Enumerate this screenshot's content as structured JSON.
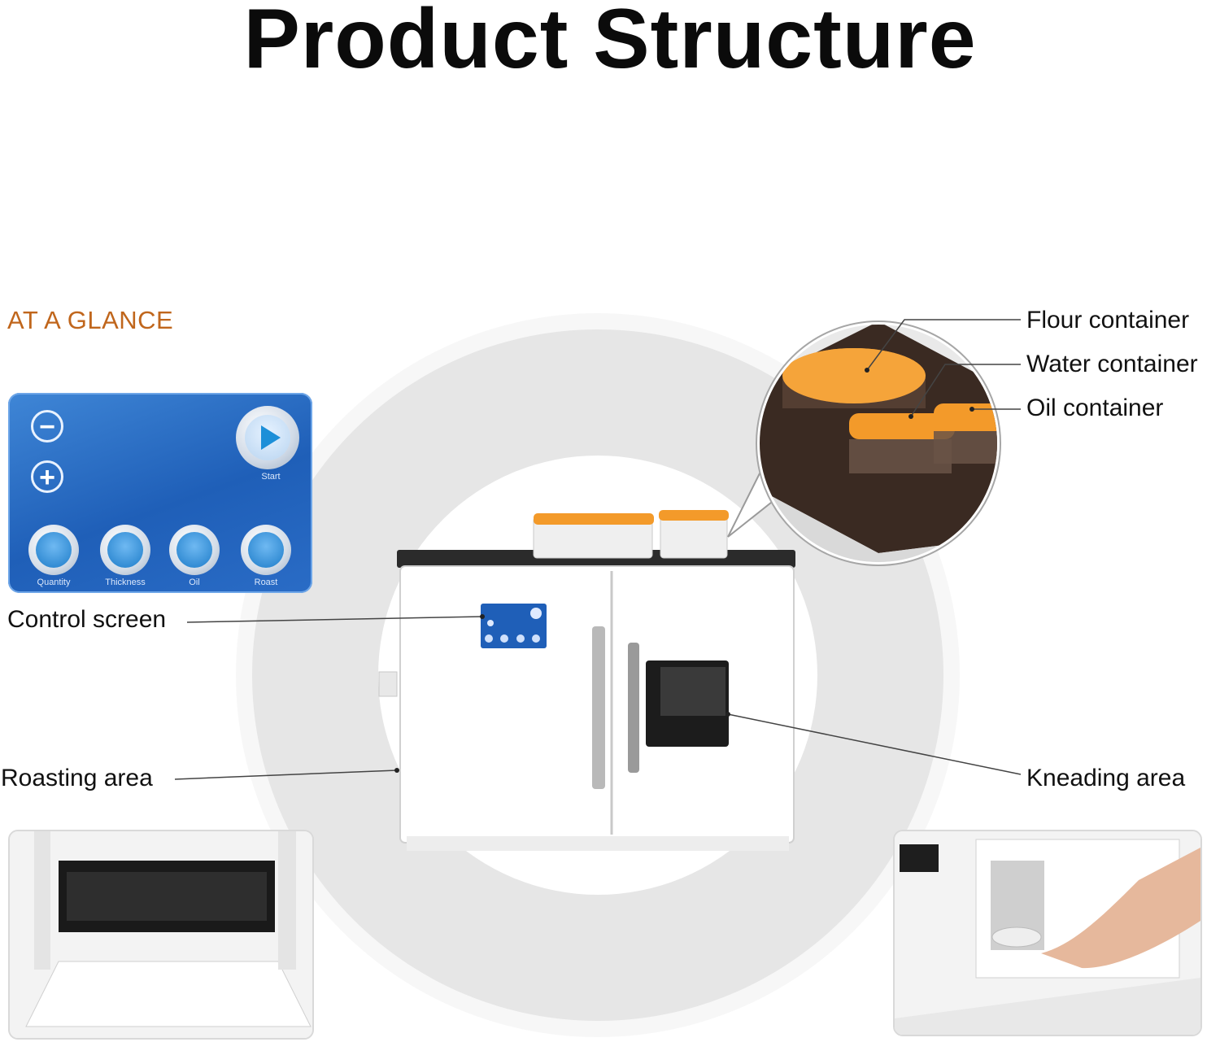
{
  "title": "Product Structure",
  "section_label": "AT A GLANCE",
  "callouts": {
    "flour": "Flour container",
    "water": "Water container",
    "oil": "Oil container",
    "control": "Control screen",
    "roasting": "Roasting area",
    "kneading": "Kneading area"
  },
  "panel": {
    "minus_icon": "minus-icon",
    "plus_icon": "plus-icon",
    "start_label": "Start",
    "buttons": [
      {
        "label": "Quantity",
        "icon": "quantity-icon"
      },
      {
        "label": "Thickness",
        "icon": "thickness-icon"
      },
      {
        "label": "Oil",
        "icon": "oil-drop-icon"
      },
      {
        "label": "Roast",
        "icon": "roast-icon"
      }
    ]
  },
  "colors": {
    "accent": "#c0661c",
    "panel_blue": "#1f5fb8",
    "lid_orange": "#f39a2a"
  }
}
